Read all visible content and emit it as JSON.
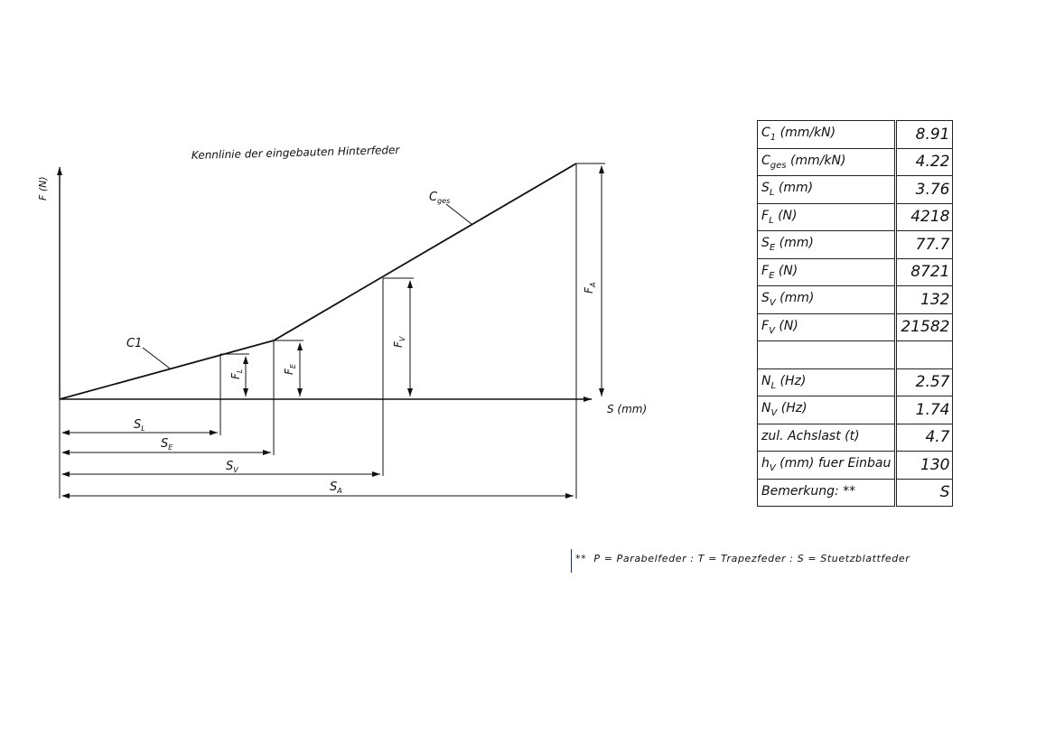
{
  "diagram": {
    "title": "Kennlinie der eingebauten Hinterfeder",
    "y_axis_label": "F (N)",
    "x_axis_label": "S (mm)",
    "curve_labels": {
      "c1": "C1",
      "cges": "Cges"
    },
    "force_labels": {
      "fl": "FL",
      "fe": "FE",
      "fv": "FV",
      "fa": "FA"
    },
    "travel_labels": {
      "sl": "SL",
      "se": "SE",
      "sv": "SV",
      "sa": "SA"
    }
  },
  "table": {
    "rows": [
      {
        "label_main": "C",
        "label_sub": "1",
        "label_rest": " (mm/kN)",
        "value": "8.91"
      },
      {
        "label_main": "C",
        "label_sub": "ges",
        "label_rest": " (mm/kN)",
        "value": "4.22"
      },
      {
        "label_main": "S",
        "label_sub": "L",
        "label_rest": " (mm)",
        "value": "3.76"
      },
      {
        "label_main": "F",
        "label_sub": "L",
        "label_rest": " (N)",
        "value": "4218"
      },
      {
        "label_main": "S",
        "label_sub": "E",
        "label_rest": " (mm)",
        "value": "77.7"
      },
      {
        "label_main": "F",
        "label_sub": "E",
        "label_rest": " (N)",
        "value": "8721"
      },
      {
        "label_main": "S",
        "label_sub": "V",
        "label_rest": " (mm)",
        "value": "132"
      },
      {
        "label_main": "F",
        "label_sub": "V",
        "label_rest": " (N)",
        "value": "21582"
      },
      {
        "label_main": "",
        "label_sub": "",
        "label_rest": "",
        "value": ""
      },
      {
        "label_main": "N",
        "label_sub": "L",
        "label_rest": " (Hz)",
        "value": "2.57"
      },
      {
        "label_main": "N",
        "label_sub": "V",
        "label_rest": " (Hz)",
        "value": "1.74"
      },
      {
        "label_main": "zul. Achslast (t)",
        "label_sub": "",
        "label_rest": "",
        "value": "4.7"
      },
      {
        "label_main": "h",
        "label_sub": "V",
        "label_rest": " (mm) fuer Einbau",
        "value": "130"
      },
      {
        "label_main": "Bemerkung: **",
        "label_sub": "",
        "label_rest": "",
        "value": "S"
      }
    ]
  },
  "footnote": {
    "stars": "**",
    "text": "P = Parabelfeder : T = Trapezfeder : S = Stuetzblattfeder"
  }
}
